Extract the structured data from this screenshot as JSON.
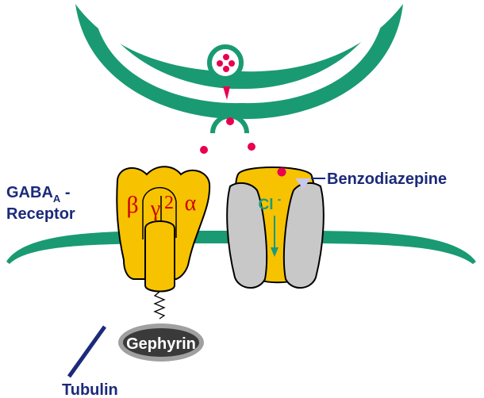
{
  "labels": {
    "receptor_main": "GABA",
    "receptor_sub": "A",
    "receptor_dash": " -",
    "receptor_line2": "Receptor",
    "benzodiazepine": "Benzodiazepine",
    "gephyrin": "Gephyrin",
    "tubulin": "Tubulin",
    "chloride": "Cl",
    "chloride_charge": "-"
  },
  "subunits": {
    "beta": "β",
    "gamma": "γ",
    "gamma_number": "2",
    "alpha": "α"
  },
  "colors": {
    "membrane": "#1a9a72",
    "receptor": "#f7c200",
    "receptor_outline": "#000000",
    "gaba": "#e8004f",
    "channel_grey": "#c8c8c8",
    "label_blue": "#1b2a7a",
    "subunit_red": "#cc0000",
    "chloride_teal": "#1a9a80",
    "benzodiazepine_mark": "#c8c8ee",
    "gephyrin_fill": "#3a3a3a",
    "gephyrin_ring": "#a0a0a0",
    "tubulin_line": "#1b2a7a"
  }
}
